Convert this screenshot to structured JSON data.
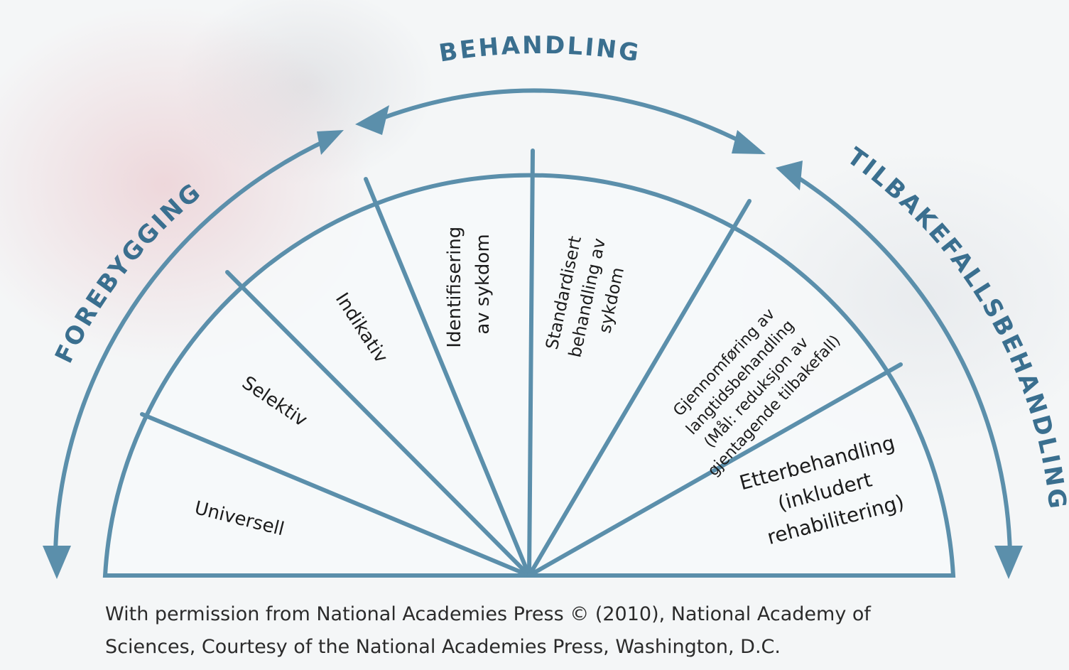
{
  "categories": {
    "forebygging": "FOREBYGGING",
    "behandling": "BEHANDLING",
    "tilbakefall": "TILBAKEFALLSBEHANDLING"
  },
  "segments": [
    {
      "lines": [
        "Universell"
      ]
    },
    {
      "lines": [
        "Selektiv"
      ]
    },
    {
      "lines": [
        "Indikativ"
      ]
    },
    {
      "lines": [
        "Identifisering",
        "av sykdom"
      ]
    },
    {
      "lines": [
        "Standardisert",
        "behandling av",
        "sykdom"
      ]
    },
    {
      "lines": [
        "Gjennomføring av",
        "langtidsbehandling",
        "(Mål: reduksjon av",
        "gjentagende tilbakefall)"
      ]
    },
    {
      "lines": [
        "Etterbehandling",
        "(inkludert",
        "rehabilitering)"
      ]
    }
  ],
  "caption": {
    "line1": "With permission from National Academies Press © (2010), National Academy of",
    "line2": "Sciences, Courtesy of the National Academies Press, Washington, D.C."
  },
  "colors": {
    "stroke": "#5b8fab",
    "heading": "#3a6f8f",
    "fill": "#f7f9fa"
  }
}
